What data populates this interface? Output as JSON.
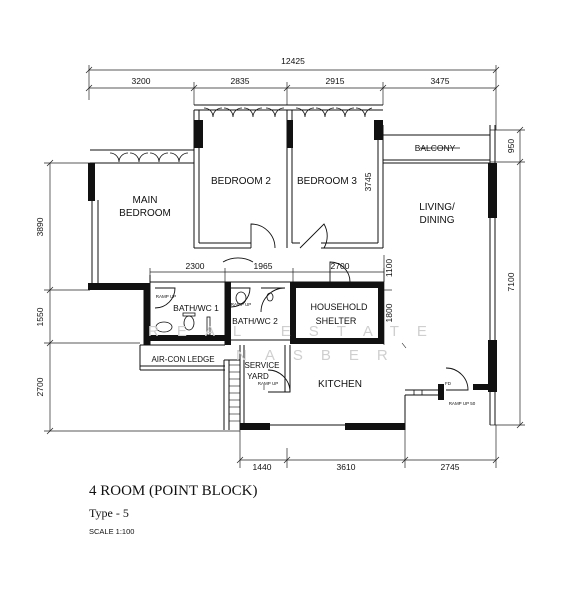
{
  "dimensions": {
    "overall": "12425",
    "top": [
      "3200",
      "2835",
      "2915",
      "3475"
    ],
    "left": [
      "3890",
      "1550",
      "2700"
    ],
    "right": [
      "950",
      "7100"
    ],
    "inner_top": [
      "2300",
      "1965",
      "2700"
    ],
    "inner_vertical": [
      "1100",
      "1800"
    ],
    "bedroom3_width": "3745",
    "bottom": [
      "1440",
      "3610",
      "2745"
    ]
  },
  "rooms": {
    "main_bedroom_line1": "MAIN",
    "main_bedroom_line2": "BEDROOM",
    "bedroom2": "BEDROOM  2",
    "bedroom3": "BEDROOM  3",
    "balcony": "BALCONY",
    "living_line1": "LIVING/",
    "living_line2": "DINING",
    "bath1": "BATH/WC 1",
    "bath2": "BATH/WC 2",
    "shelter_line1": "HOUSEHOLD",
    "shelter_line2": "SHELTER",
    "aircon": "AIR-CON LEDGE",
    "service_line1": "SERVICE",
    "service_line2": "YARD",
    "kitchen": "KITCHEN",
    "ramp_up": "RAMP UP",
    "ramp_up_50": "RAMP UP 50",
    "fd": "FD"
  },
  "watermark": {
    "line1": "REAL ESTATE",
    "line2": "NASBER"
  },
  "title": "4 ROOM (POINT BLOCK)",
  "subtitle": "Type - 5",
  "scale": "SCALE  1:100"
}
